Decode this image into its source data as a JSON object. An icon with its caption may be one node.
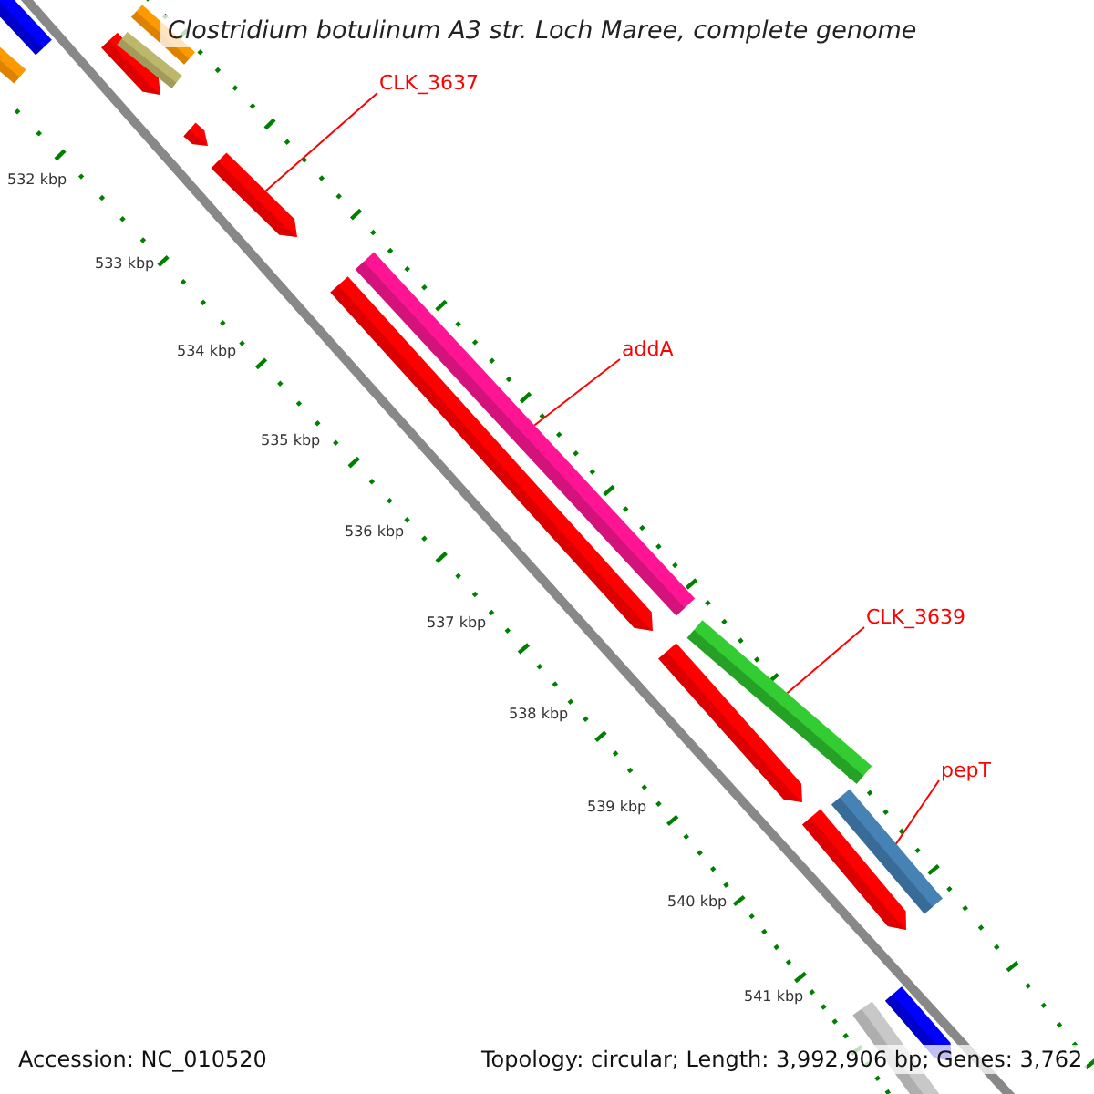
{
  "diagram": {
    "title": "Clostridium botulinum A3 str. Loch Maree, complete genome",
    "nodes": [
      {
        "text": [
          "CLK_3637"
        ]
      },
      {
        "text": [],
        "shape": "arrow"
      },
      {
        "text": [
          "addA"
        ]
      },
      {
        "text": [],
        "shape": "bar"
      },
      {
        "text": [
          "CLK_3639"
        ]
      },
      {
        "text": [],
        "shape": "bar"
      },
      {
        "text": [
          "pepT"
        ]
      },
      {
        "text": [],
        "shape": "bar"
      }
    ],
    "edges": [
      {
        "from": 0,
        "to": 1,
        "arrow": "none"
      },
      {
        "from": 2,
        "to": 3,
        "arrow": "none"
      },
      {
        "from": 4,
        "to": 5,
        "arrow": "none"
      },
      {
        "from": 6,
        "to": 7,
        "arrow": "none"
      }
    ],
    "labels": [
      "532 kbp",
      "533 kbp",
      "534 kbp",
      "535 kbp",
      "536 kbp",
      "537 kbp",
      "538 kbp",
      "539 kbp",
      "540 kbp",
      "541 kbp",
      "Accession: NC_010520",
      "Topology: circular; Length: 3,992,906 bp; Genes: 3,762"
    ]
  }
}
